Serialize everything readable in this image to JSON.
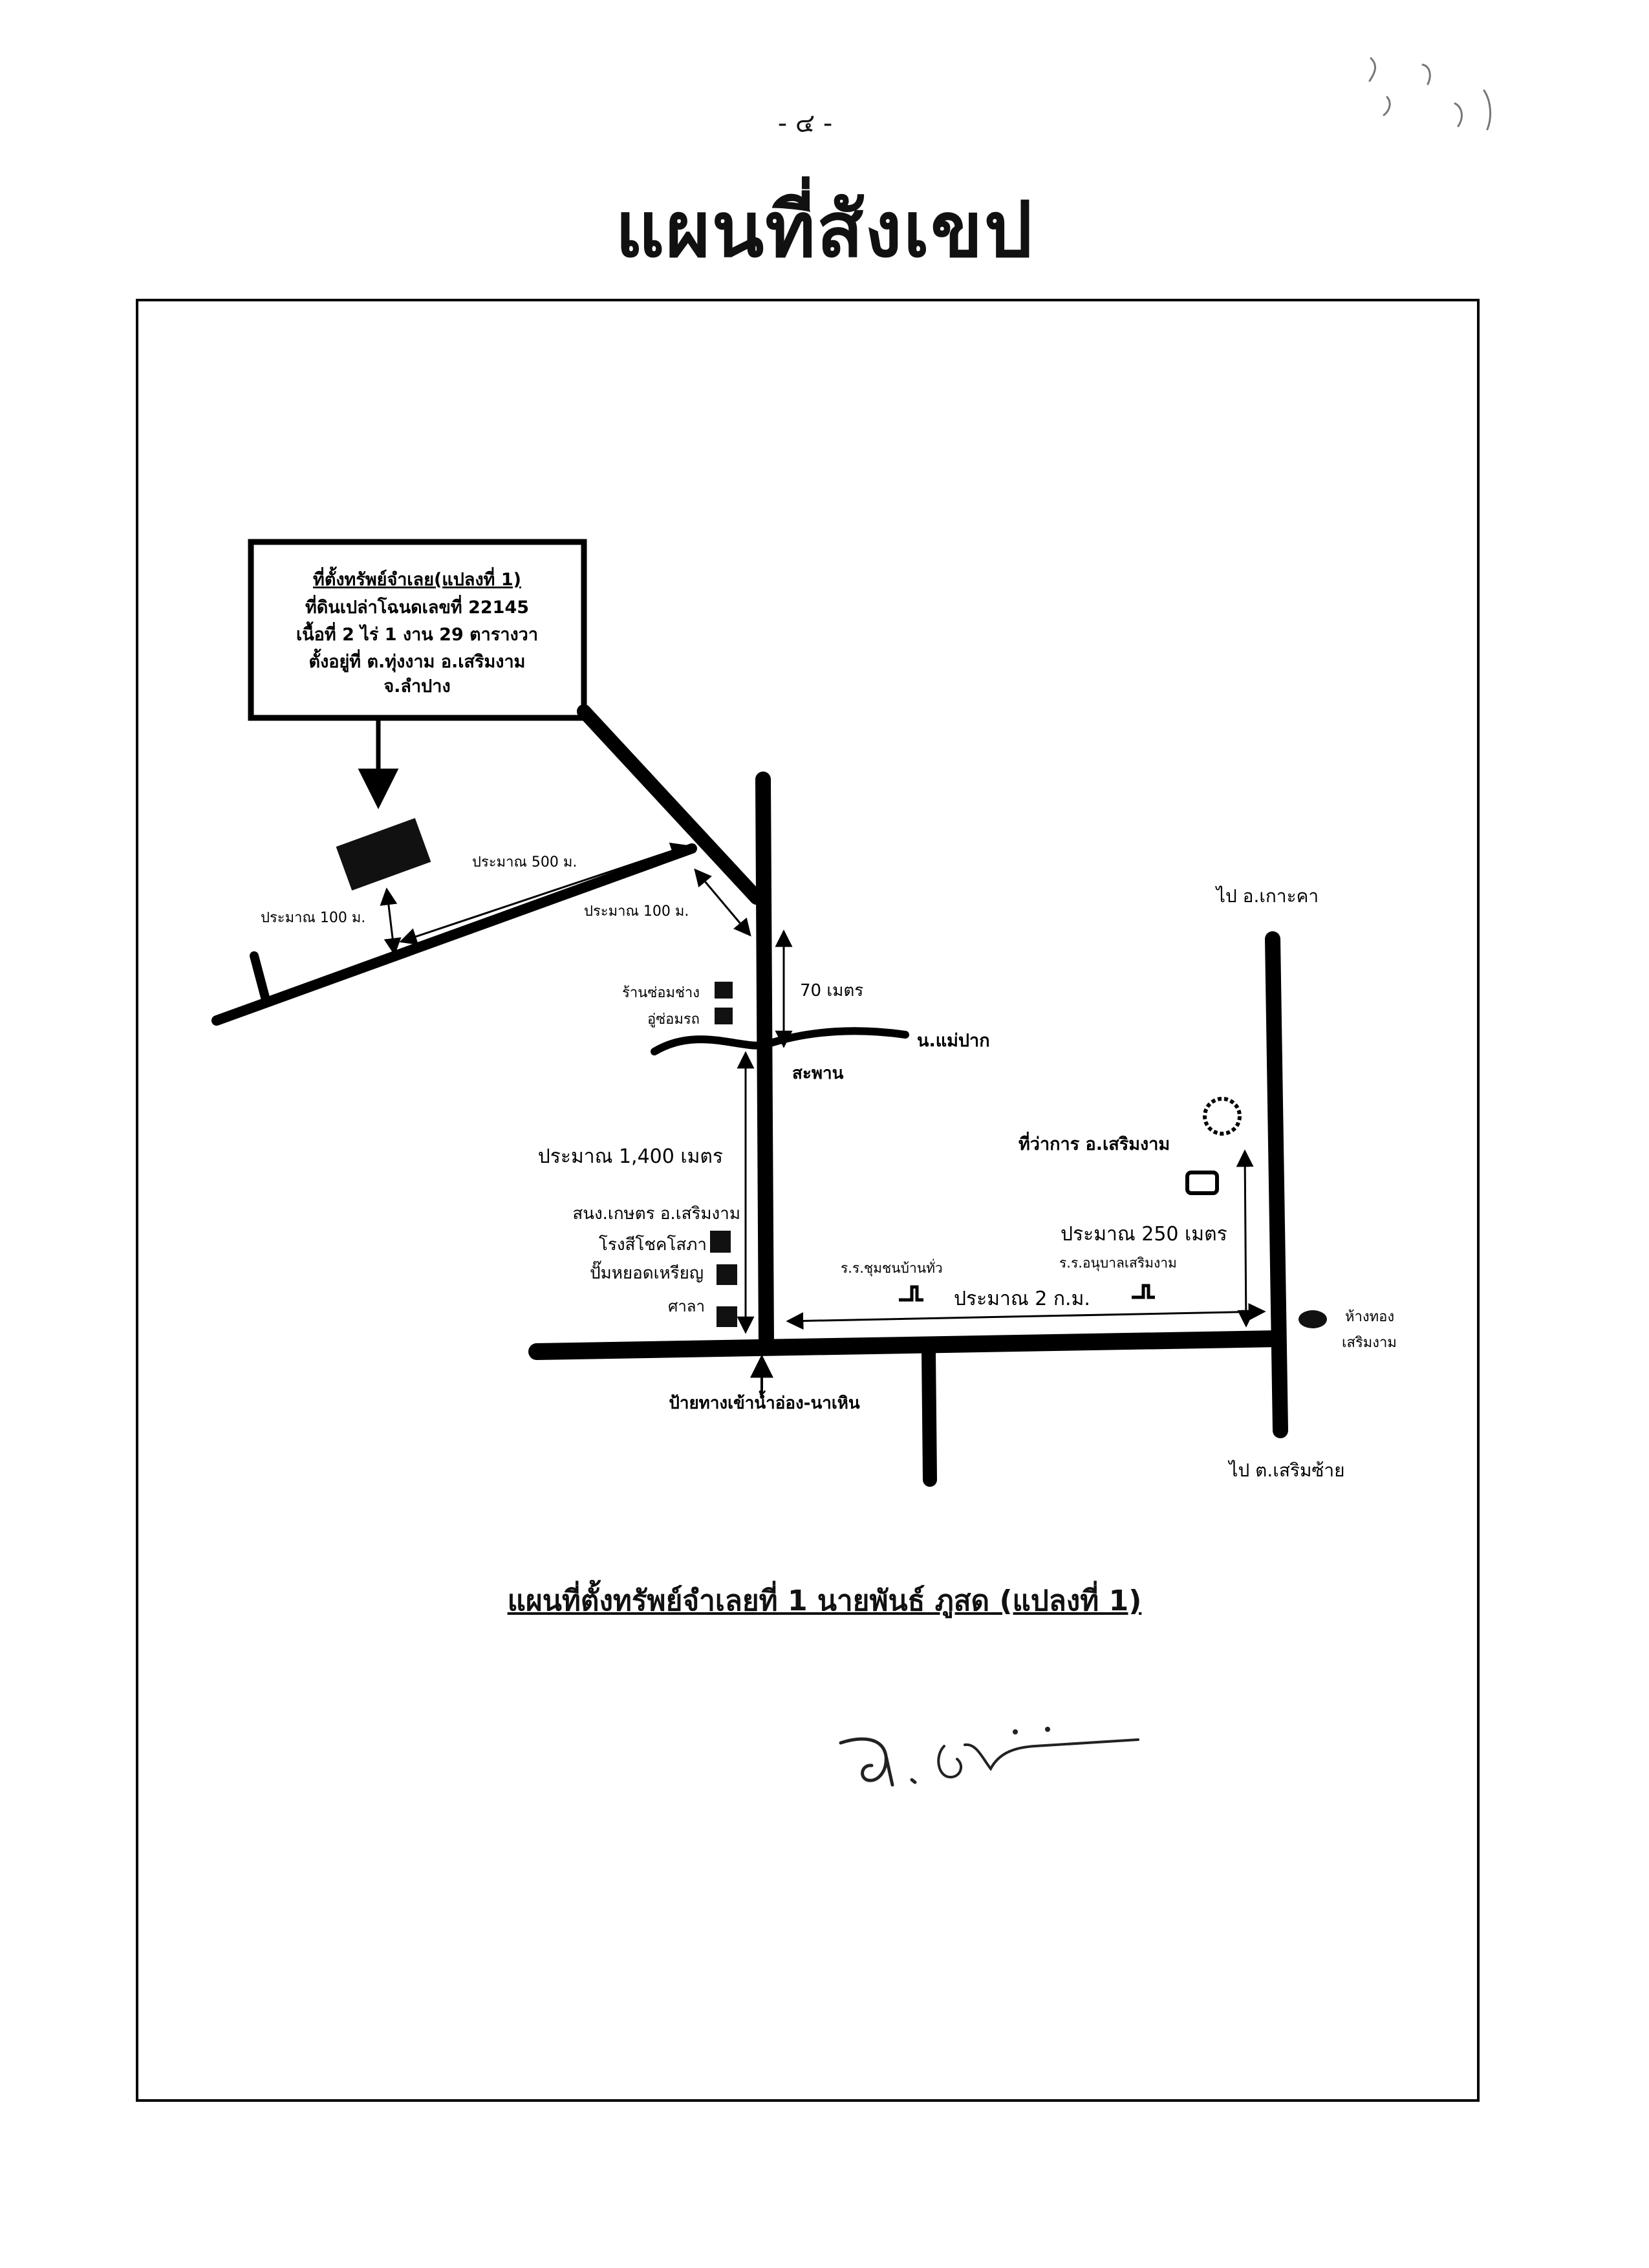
{
  "page": {
    "number": "- ๔ -",
    "title": "แผนที่สังเขป"
  },
  "location_box": {
    "heading": "ที่ตั้งทรัพย์จำเลย(แปลงที่ 1)",
    "line1": "ที่ดินเปล่าโฉนดเลขที่ 22145",
    "line2": "เนื้อที่ 2 ไร่ 1 งาน 29 ตารางวา",
    "line3": "ตั้งอยู่ที่ ต.ทุ่งงาม อ.เสริมงาม",
    "line4": "จ.ลำปาง"
  },
  "labels": {
    "dist_500m": "ประมาณ 500 ม.",
    "dist_100m_left": "ประมาณ 100 ม.",
    "dist_100m_right": "ประมาณ 100 ม.",
    "dist_70m": "70 เมตร",
    "shop_repair": "ร้านซ่อมช่าง",
    "garage": "อู่ซ่อมรถ",
    "river": "น.แม่ปาก",
    "bridge": "สะพาน",
    "dist_1400m": "ประมาณ 1,400 เมตร",
    "agri_office": "สนง.เกษตร อ.เสริมงาม",
    "rice_mill": "โรงสีโชคโสภา",
    "gas_station": "ปั๊มหยอดเหรียญ",
    "pavilion": "ศาลา",
    "junction_sign": "ป้ายทางเข้าน้ำอ่อง-นาเหิน",
    "to_koh_kha": "ไป อ.เกาะคา",
    "district_office": "ที่ว่าการ อ.เสริมงาม",
    "dist_250m": "ประมาณ 250 เมตร",
    "school_community": "ร.ร.ชุมชนบ้านทั่ว",
    "school_kindergarten": "ร.ร.อนุบาลเสริมงาม",
    "dist_2km": "ประมาณ 2 ก.ม.",
    "gold_shop_1": "ห้างทอง",
    "gold_shop_2": "เสริมงาม",
    "to_serm_sai": "ไป ต.เสริมซ้าย"
  },
  "caption": "แผนที่ตั้งทรัพย์จำเลยที่ 1 นายพันธ์ ภูสด (แปลงที่ 1)"
}
